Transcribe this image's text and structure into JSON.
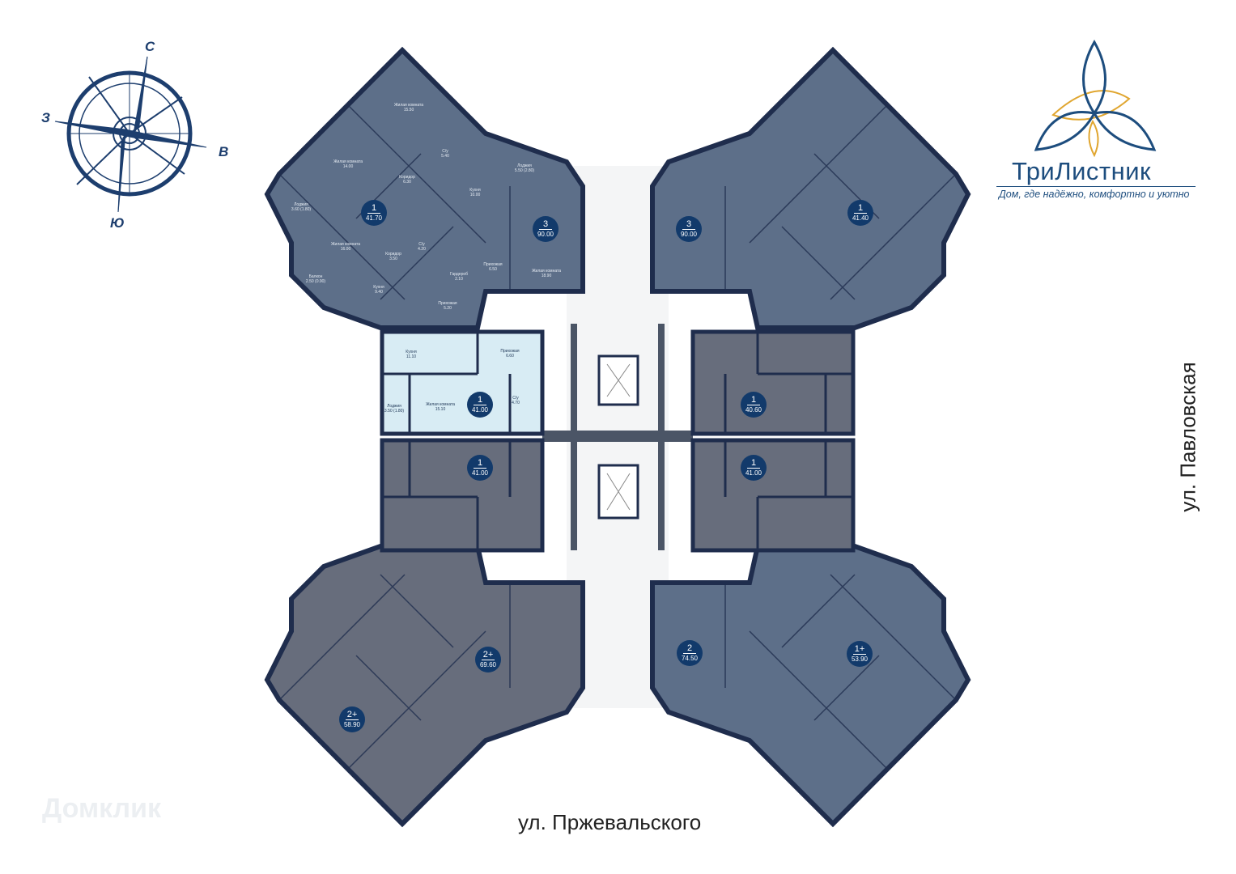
{
  "compass": {
    "north": "С",
    "east": "В",
    "south": "Ю",
    "west": "З"
  },
  "logo": {
    "title": "ТриЛистник",
    "tagline": "Дом, где надёжно, комфортно и уютно"
  },
  "streets": {
    "bottom": "ул. Пржевальского",
    "right": "ул. Павловская"
  },
  "watermark": "Домклик",
  "colors": {
    "apartment": "#5d6f89",
    "apartment_alt": "#676d7c",
    "wall": "#1f2d4d",
    "highlight": "#d8ecf4",
    "badge": "#123a6b",
    "logo_blue": "#1d4d7e",
    "logo_gold": "#e0a630"
  },
  "apartments": [
    {
      "rooms": "1",
      "area": "41.70"
    },
    {
      "rooms": "3",
      "area": "90.00"
    },
    {
      "rooms": "3",
      "area": "90.00"
    },
    {
      "rooms": "1",
      "area": "41.40"
    },
    {
      "rooms": "1",
      "area": "41.00",
      "highlighted": true
    },
    {
      "rooms": "1",
      "area": "40.60"
    },
    {
      "rooms": "1",
      "area": "41.00"
    },
    {
      "rooms": "1",
      "area": "41.00"
    },
    {
      "rooms": "2+",
      "area": "69.60"
    },
    {
      "rooms": "2+",
      "area": "58.90"
    },
    {
      "rooms": "2",
      "area": "74.50"
    },
    {
      "rooms": "1+",
      "area": "53.90"
    }
  ],
  "room_labels": [
    {
      "name": "Жилая комната",
      "area": "15.50"
    },
    {
      "name": "Жилая комната",
      "area": "14.00"
    },
    {
      "name": "С/у",
      "area": "5.40"
    },
    {
      "name": "Лоджия",
      "area": "5.50 (2.80)"
    },
    {
      "name": "Коридор",
      "area": "6.30"
    },
    {
      "name": "Кухня",
      "area": "10.00"
    },
    {
      "name": "Лоджия",
      "area": "3.60 (1.80)"
    },
    {
      "name": "Жилая комната",
      "area": "16.00"
    },
    {
      "name": "Коридор",
      "area": "3.50"
    },
    {
      "name": "С/у",
      "area": "4.20"
    },
    {
      "name": "Прихожая",
      "area": "6.50"
    },
    {
      "name": "Гардероб",
      "area": "2.10"
    },
    {
      "name": "Жилая комната",
      "area": "18.90"
    },
    {
      "name": "Балкон",
      "area": "2.50 (0.90)"
    },
    {
      "name": "Кухня",
      "area": "9.40"
    },
    {
      "name": "Прихожая",
      "area": "5.20"
    },
    {
      "name": "Кухня",
      "area": "11.10"
    },
    {
      "name": "Прихожая",
      "area": "6.60"
    },
    {
      "name": "Жилая комната",
      "area": "15.10"
    },
    {
      "name": "Лоджия",
      "area": "3.50 (1.80)"
    },
    {
      "name": "С/у",
      "area": "4.70"
    }
  ]
}
